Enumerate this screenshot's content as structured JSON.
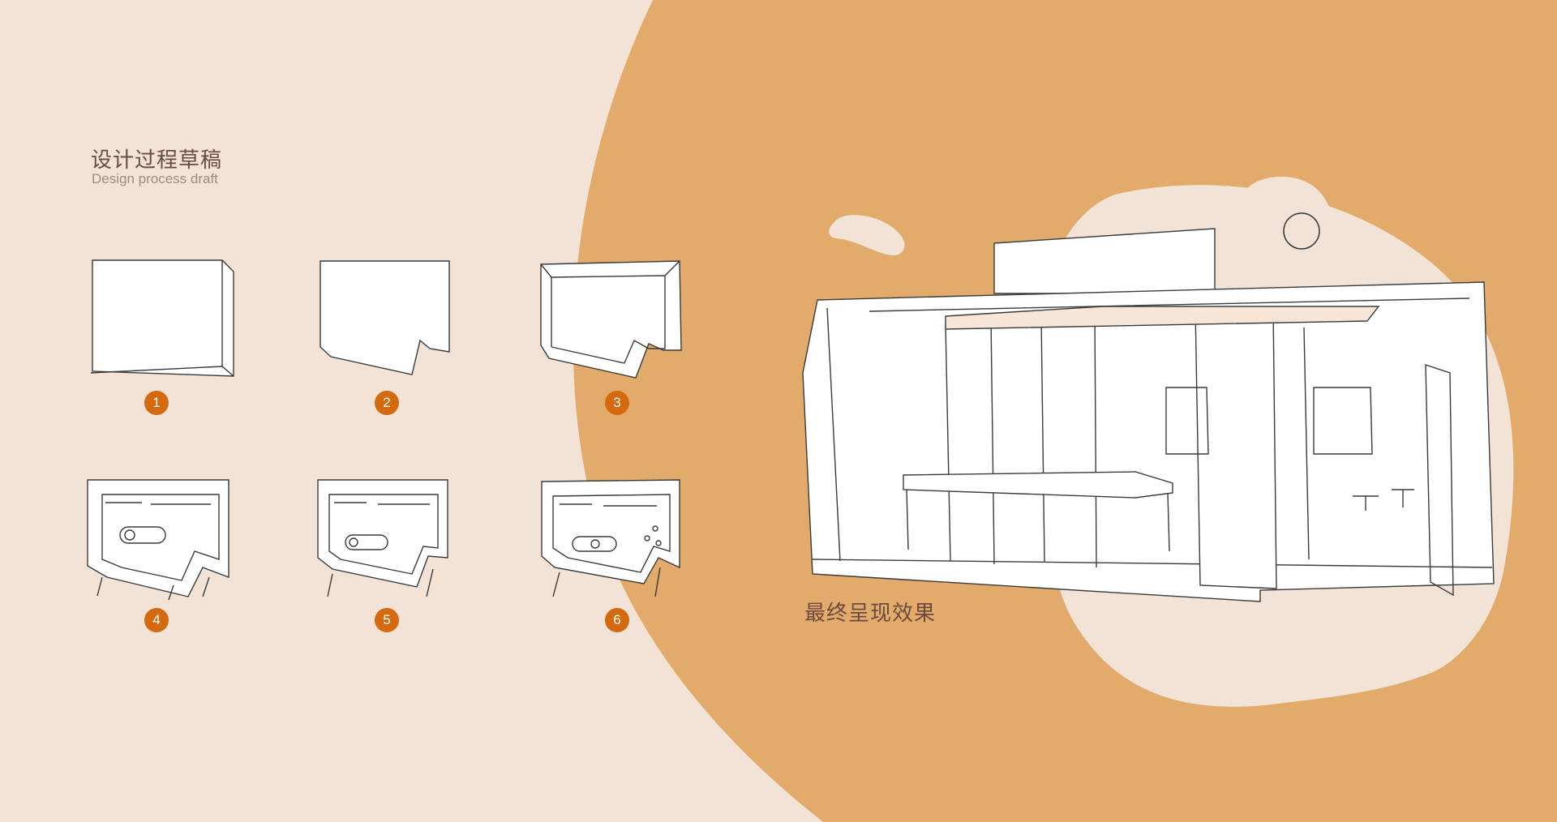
{
  "header": {
    "title_cn": "设计过程草稿",
    "title_en": "Design process draft"
  },
  "steps": [
    {
      "number": "1"
    },
    {
      "number": "2"
    },
    {
      "number": "3"
    },
    {
      "number": "4"
    },
    {
      "number": "5"
    },
    {
      "number": "6"
    }
  ],
  "final": {
    "label": "最终呈现效果"
  },
  "colors": {
    "background": "#f2e3d6",
    "orange_shape": "#e3ab6b",
    "accent": "#d4690f",
    "text_dark": "#6b4a3f",
    "text_muted": "#a08a80",
    "sketch_line": "#3a3a3a"
  }
}
